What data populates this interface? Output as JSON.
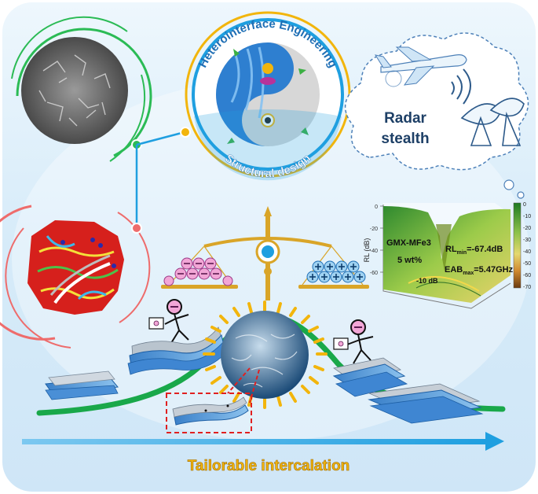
{
  "center_circle": {
    "title_top": "Heterointerface Engineering",
    "title_bottom": "Structural design"
  },
  "radar": {
    "line1": "Radar",
    "line2": "stealth"
  },
  "plot3d": {
    "sample": "GMX-MFe3",
    "loading": "5 wt%",
    "rl_min_prefix": "RL",
    "rl_min_sub": "min",
    "rl_min_value": "=-67.4dB",
    "eab_prefix": "EAB",
    "eab_sub": "max",
    "eab_value": "=5.47GHz",
    "contour_label": "-10 dB",
    "z_axis_label": "RL (dB)",
    "z_ticks": [
      "0",
      "-20",
      "-40",
      "-60"
    ],
    "colorbar_ticks": [
      "0",
      "-10",
      "-20",
      "-30",
      "-40",
      "-50",
      "-60",
      "-70"
    ]
  },
  "bottom_caption": "Tailorable intercalation",
  "colors": {
    "background_blue": "#d9ecfa",
    "arrow_blue": "#1f9fe0",
    "curve_green": "#19a84a",
    "caption_yellow": "#f2b50c",
    "ring_red": "#ee6c6c",
    "ring_green": "#2bbb55",
    "balance_gold": "#d9a528"
  }
}
